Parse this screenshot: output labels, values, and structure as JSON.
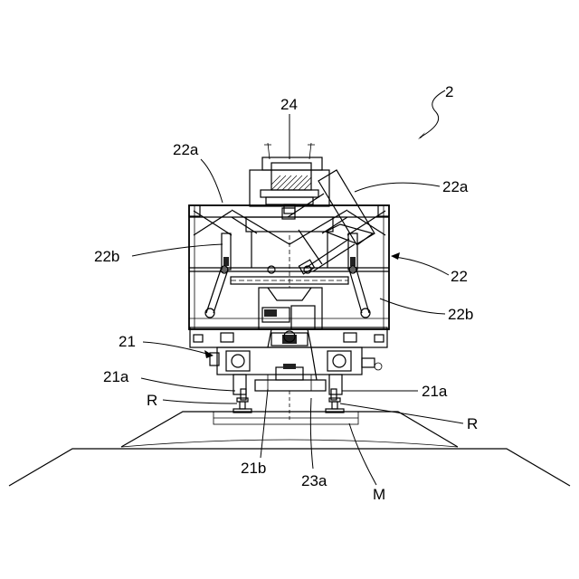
{
  "labels": {
    "assembly": "2",
    "l24": "24",
    "l22a_left": "22a",
    "l22a_right": "22a",
    "l22b_left": "22b",
    "l22": "22",
    "l22b_right": "22b",
    "l21": "21",
    "l21a_left": "21a",
    "l21a_right": "21a",
    "lR_left": "R",
    "lR_right": "R",
    "l21b": "21b",
    "l23a": "23a",
    "lM": "M"
  }
}
